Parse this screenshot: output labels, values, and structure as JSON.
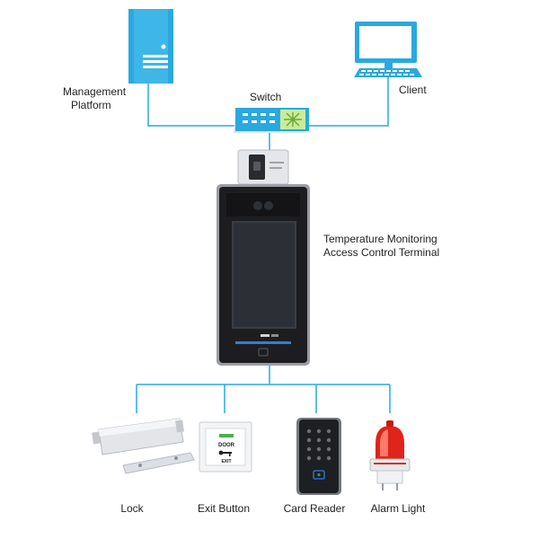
{
  "nodes": {
    "management_platform": {
      "label_line1": "Management",
      "label_line2": "Platform"
    },
    "client": {
      "label": "Client"
    },
    "switch": {
      "label": "Switch"
    },
    "terminal": {
      "label_line1": "Temperature  Monitoring",
      "label_line2": "Access Control Terminal"
    },
    "lock": {
      "label": "Lock"
    },
    "exit_button": {
      "label": "Exit Button",
      "face_text_top": "DOOR",
      "face_text_bottom": "EXIT"
    },
    "card_reader": {
      "label": "Card Reader"
    },
    "alarm_light": {
      "label": "Alarm Light"
    }
  },
  "colors": {
    "connector": "#29a9e0",
    "server": "#29a9e0",
    "terminal_body": "#1d1d1f",
    "terminal_bezel": "#9a9da3",
    "accent_blue": "#2f7fd8",
    "alarm_red": "#e0241b"
  }
}
